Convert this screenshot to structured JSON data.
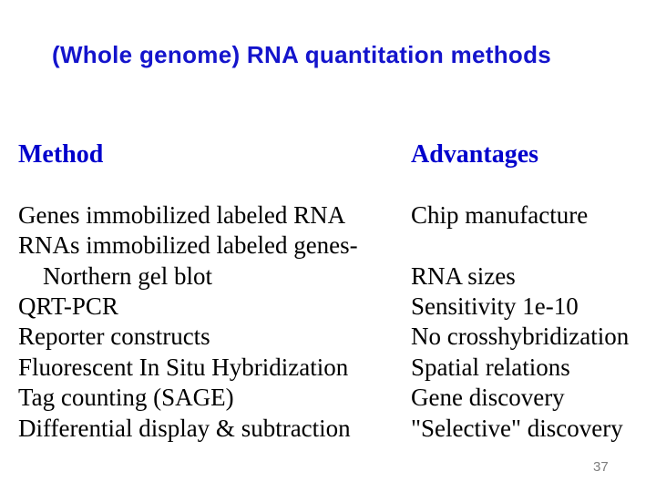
{
  "slide": {
    "title": "(Whole genome) RNA quantitation methods",
    "page_number": "37",
    "colors": {
      "background": "#FFFFFF",
      "title_text": "#1414CC",
      "column_header_text": "#0000CC",
      "body_text": "#000000",
      "page_number_text": "#7D7D7D"
    },
    "table": {
      "columns": [
        {
          "header": "Method",
          "lines": [
            "Genes immobilized labeled RNA",
            "RNAs immobilized labeled genes-",
            "    Northern gel blot",
            "QRT-PCR",
            "Reporter constructs",
            "Fluorescent In Situ Hybridization",
            "Tag counting (SAGE)",
            "Differential display & subtraction"
          ]
        },
        {
          "header": "Advantages",
          "lines": [
            "Chip manufacture",
            "",
            "RNA sizes",
            "Sensitivity 1e-10",
            "No crosshybridization",
            "Spatial relations",
            "Gene discovery",
            "\"Selective\" discovery"
          ]
        }
      ]
    }
  }
}
